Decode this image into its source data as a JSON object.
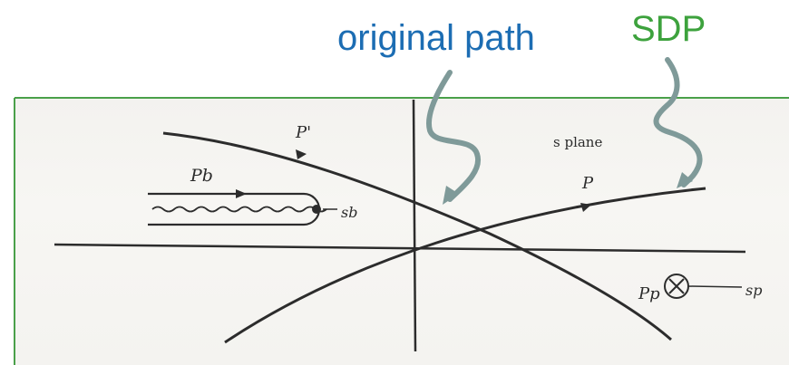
{
  "callouts": {
    "original_path": "original path",
    "sdp": "SDP"
  },
  "diagram": {
    "plane_label": "s plane",
    "path_p_prime": "P'",
    "path_p": "P",
    "path_pb": "Pb",
    "point_sb": "sb",
    "path_pp": "Pp",
    "point_sp": "sp"
  },
  "colors": {
    "original_path": "#1c6db3",
    "sdp": "#3da23d",
    "frame_line": "#4aa04a",
    "arrow": "#7f9a99",
    "ink": "#2c2c2c"
  }
}
